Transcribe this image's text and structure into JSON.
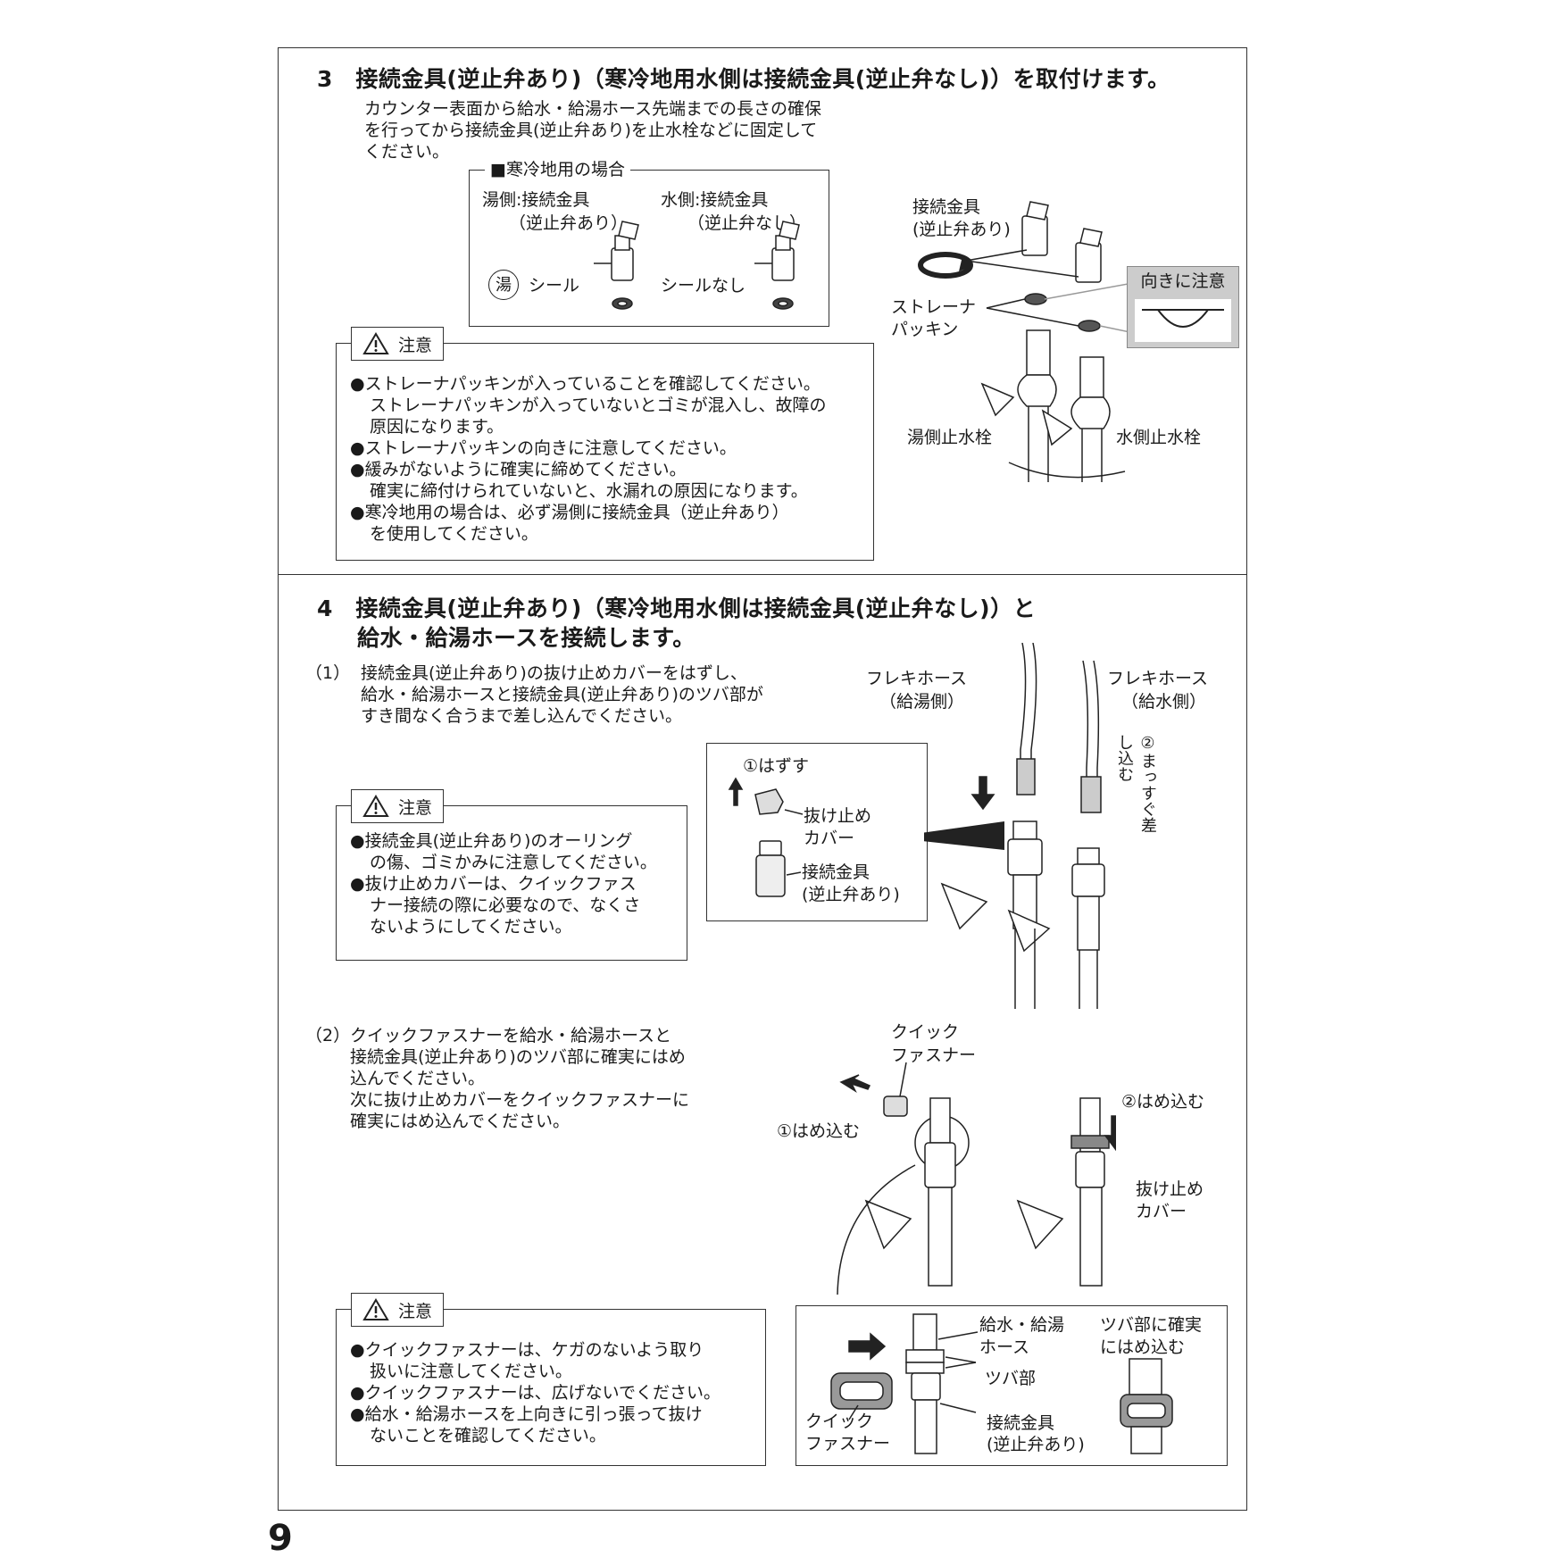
{
  "step3": {
    "title": "3　接続金具(逆止弁あり)（寒冷地用水側は接続金具(逆止弁なし)）を取付けます。",
    "desc": [
      "カウンター表面から給水・給湯ホース先端までの長さの確保",
      "を行ってから接続金具(逆止弁あり)を止水栓などに固定して",
      "ください。"
    ],
    "cold": {
      "heading": "■寒冷地用の場合",
      "hot_label": "湯側:接続金具",
      "hot_sub": "（逆止弁あり）",
      "water_label": "水側:接続金具",
      "water_sub": "（逆止弁なし）",
      "hot_badge": "湯",
      "seal": "シール",
      "no_seal": "シールなし"
    },
    "diagram": {
      "fitting_label": "接続金具",
      "fitting_sub": "(逆止弁あり)",
      "strainer": "ストレーナ",
      "packing": "パッキン",
      "orientation": "向きに注意",
      "hot_valve": "湯側止水栓",
      "water_valve": "水側止水栓"
    },
    "caution": {
      "label": "注意",
      "lines": [
        "●ストレーナパッキンが入っていることを確認してください。",
        "ストレーナパッキンが入っていないとゴミが混入し、故障の",
        "原因になります。",
        "●ストレーナパッキンの向きに注意してください。",
        "●緩みがないように確実に締めてください。",
        "確実に締付けられていないと、水漏れの原因になります。",
        "●寒冷地用の場合は、必ず湯側に接続金具（逆止弁あり）",
        "を使用してください。"
      ]
    }
  },
  "step4": {
    "title1": "4　接続金具(逆止弁あり)（寒冷地用水側は接続金具(逆止弁なし)）と",
    "title2": "給水・給湯ホースを接続します。",
    "sub1": {
      "num": "（1）",
      "lines": [
        "接続金具(逆止弁あり)の抜け止めカバーをはずし、",
        "給水・給湯ホースと接続金具(逆止弁あり)のツバ部が",
        "すき間なく合うまで差し込んでください。"
      ]
    },
    "caution1": {
      "label": "注意",
      "lines": [
        "●接続金具(逆止弁あり)のオーリング",
        "の傷、ゴミかみに注意してください。",
        "●抜け止めカバーは、クイックファス",
        "ナー接続の際に必要なので、なくさ",
        "ないようにしてください。"
      ]
    },
    "inset1": {
      "remove": "①はずす",
      "cover": "抜け止め",
      "cover2": "カバー",
      "fitting": "接続金具",
      "fitting_sub": "(逆止弁あり)"
    },
    "hose": {
      "hot1": "フレキホース",
      "hot2": "（給湯側）",
      "water1": "フレキホース",
      "water2": "（給水側）",
      "straight": "②まっすぐ差し込む"
    },
    "sub2": {
      "num": "（2）",
      "lines": [
        "クイックファスナーを給水・給湯ホースと",
        "接続金具(逆止弁あり)のツバ部に確実にはめ",
        "込んでください。",
        "次に抜け止めカバーをクイックファスナーに",
        "確実にはめ込んでください。"
      ]
    },
    "fig2": {
      "qf1": "クイック",
      "qf2": "ファスナー",
      "insert1": "①はめ込む",
      "insert2": "②はめ込む",
      "cover1": "抜け止め",
      "cover2": "カバー"
    },
    "caution2": {
      "label": "注意",
      "lines": [
        "●クイックファスナーは、ケガのないよう取り",
        "扱いに注意してください。",
        "●クイックファスナーは、広げないでください。",
        "●給水・給湯ホースを上向きに引っ張って抜け",
        "ないことを確認してください。"
      ]
    },
    "detail": {
      "hose1": "給水・給湯",
      "hose2": "ホース",
      "flange": "ツバ部",
      "fitting": "接続金具",
      "fitting_sub": "(逆止弁あり)",
      "qf1": "クイック",
      "qf2": "ファスナー",
      "fit1": "ツバ部に確実",
      "fit2": "にはめ込む"
    }
  },
  "page_number": "9"
}
